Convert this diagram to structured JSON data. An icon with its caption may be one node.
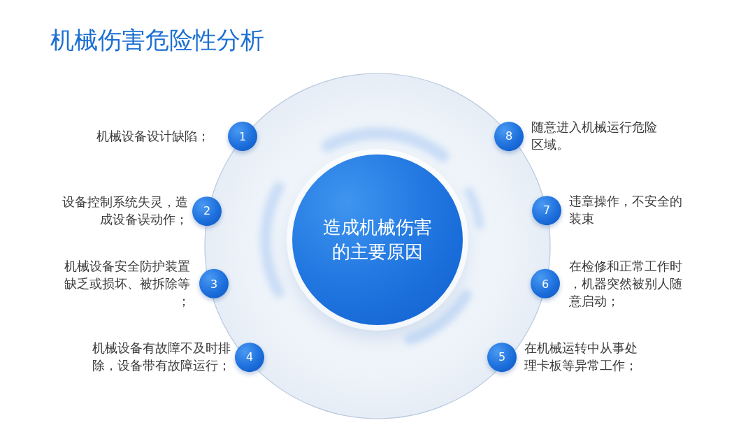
{
  "diagram": {
    "title": "机械伤害危险性分析",
    "nodes": [
      {
        "text": [
          "造成机械伤害的主要原因"
        ]
      },
      {
        "text": [
          "1"
        ],
        "beside": [
          "机械设备设计缺陷；"
        ]
      },
      {
        "text": [
          "2"
        ],
        "beside": [
          "设备控制系统失灵，造成设备误动作；"
        ]
      },
      {
        "text": [
          "3"
        ],
        "beside": [
          "机械设备安全防护装置缺乏或损坏、被拆除等；"
        ]
      },
      {
        "text": [
          "4"
        ],
        "beside": [
          "机械设备有故障不及时排除，设备带有故障运行；"
        ]
      },
      {
        "text": [
          "5"
        ],
        "beside": [
          "在机械运转中从事处理卡板等异常工作；"
        ]
      },
      {
        "text": [
          "6"
        ],
        "beside": [
          "在检修和正常工作时，机器突然被别人随意启动；"
        ]
      },
      {
        "text": [
          "7"
        ],
        "beside": [
          "违章操作，不安全的装束"
        ]
      },
      {
        "text": [
          "8"
        ],
        "beside": [
          "随意进入机械运行危险区域。"
        ]
      }
    ]
  }
}
